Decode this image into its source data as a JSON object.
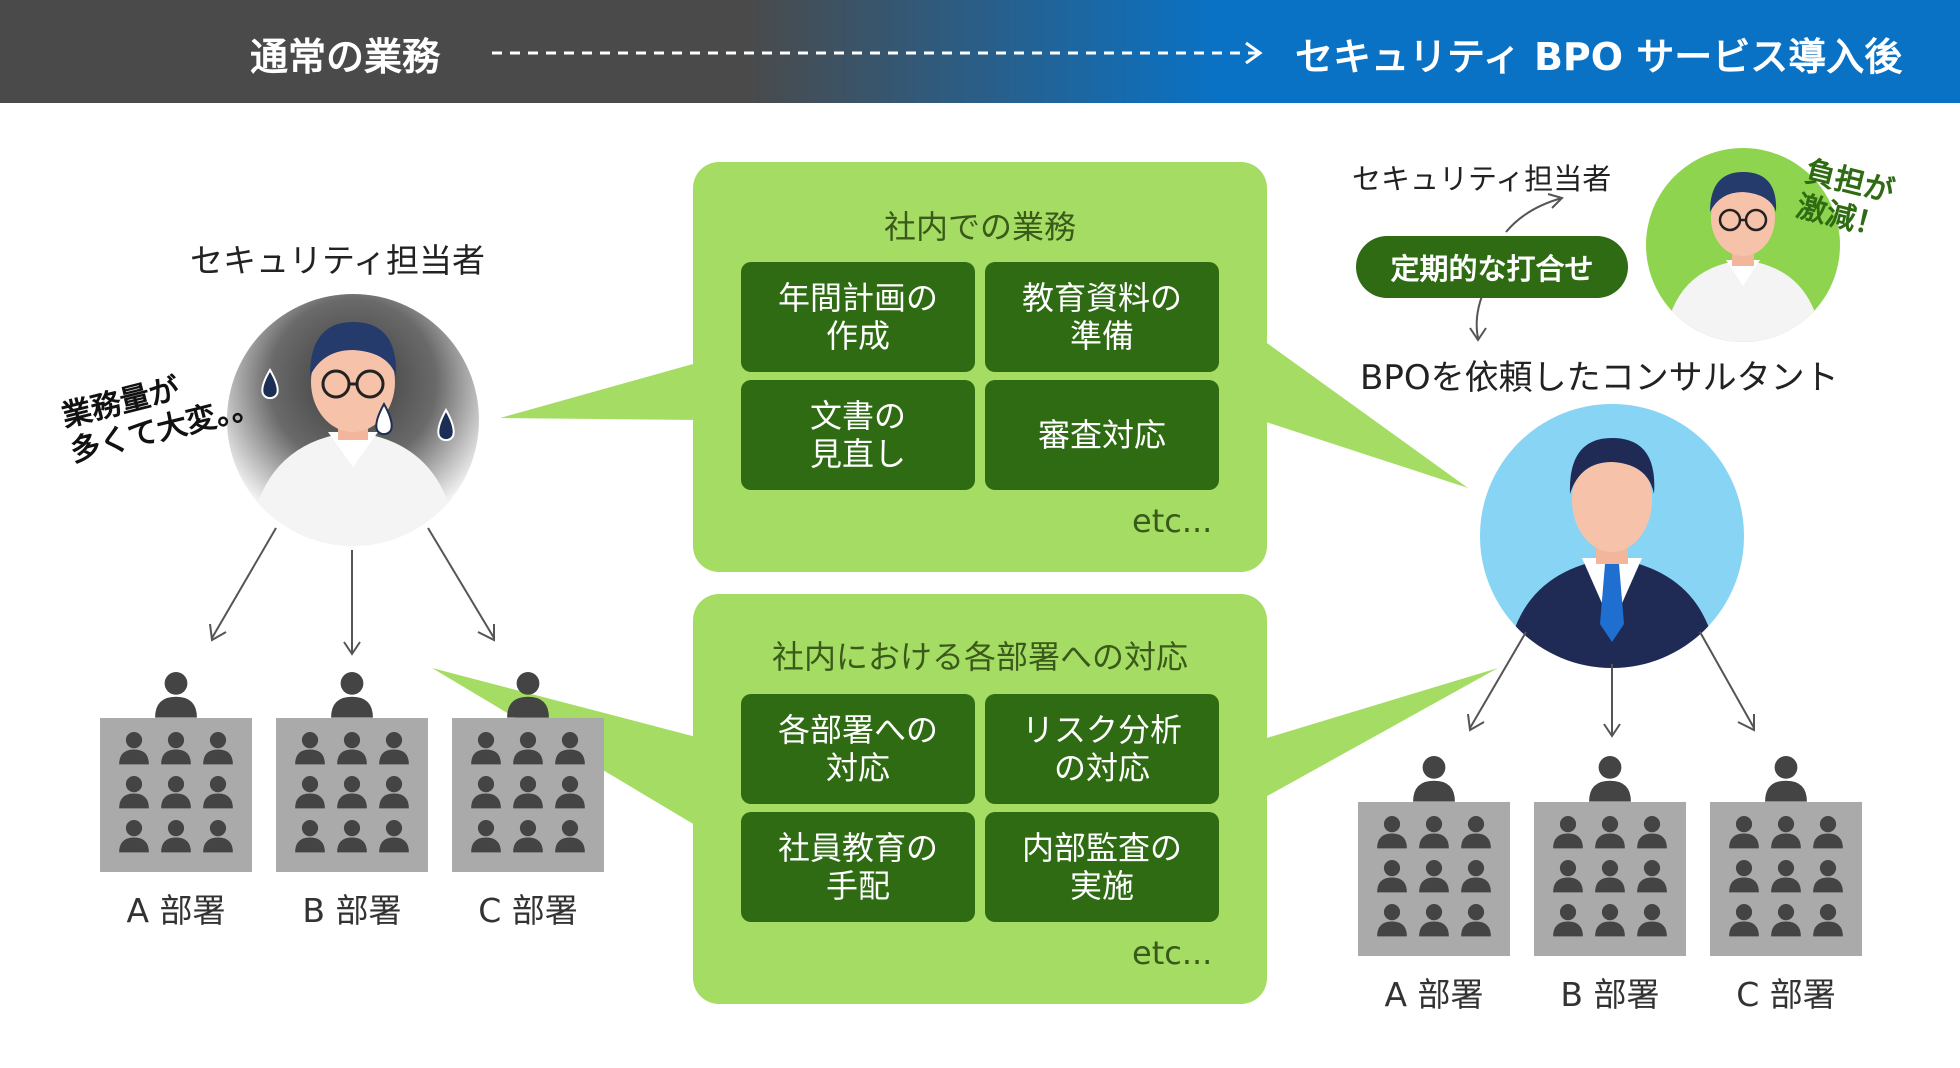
{
  "header": {
    "before_label": "通常の業務",
    "after_label": "セキュリティ BPO サービス導入後"
  },
  "left": {
    "person_label": "セキュリティ担当者",
    "stress_text": "業務量が\n多くて大変。。",
    "departments": [
      "A 部署",
      "B 部署",
      "C 部署"
    ]
  },
  "panels": [
    {
      "title": "社内での業務",
      "items": [
        "年間計画の\n作成",
        "教育資料の\n準備",
        "文書の\n見直し",
        "審査対応"
      ],
      "etc": "etc..."
    },
    {
      "title": "社内における各部署への対応",
      "items": [
        "各部署への\n対応",
        "リスク分析\nの対応",
        "社員教育の\n手配",
        "内部監査の\n実施"
      ],
      "etc": "etc..."
    }
  ],
  "right": {
    "security_label": "セキュリティ担当者",
    "relief_text": "負担が\n激減！",
    "meeting_label": "定期的な打合せ",
    "consultant_label": "BPOを依頼したコンサルタント",
    "departments": [
      "A 部署",
      "B 部署",
      "C 部署"
    ]
  },
  "colors": {
    "header_dark": "#4a4a4a",
    "header_blue": "#0a72c4",
    "panel_green": "#a5dd64",
    "box_green": "#2e6b12",
    "consultant_bg": "#87d4f5",
    "dept_gray": "#aaaaaa"
  }
}
